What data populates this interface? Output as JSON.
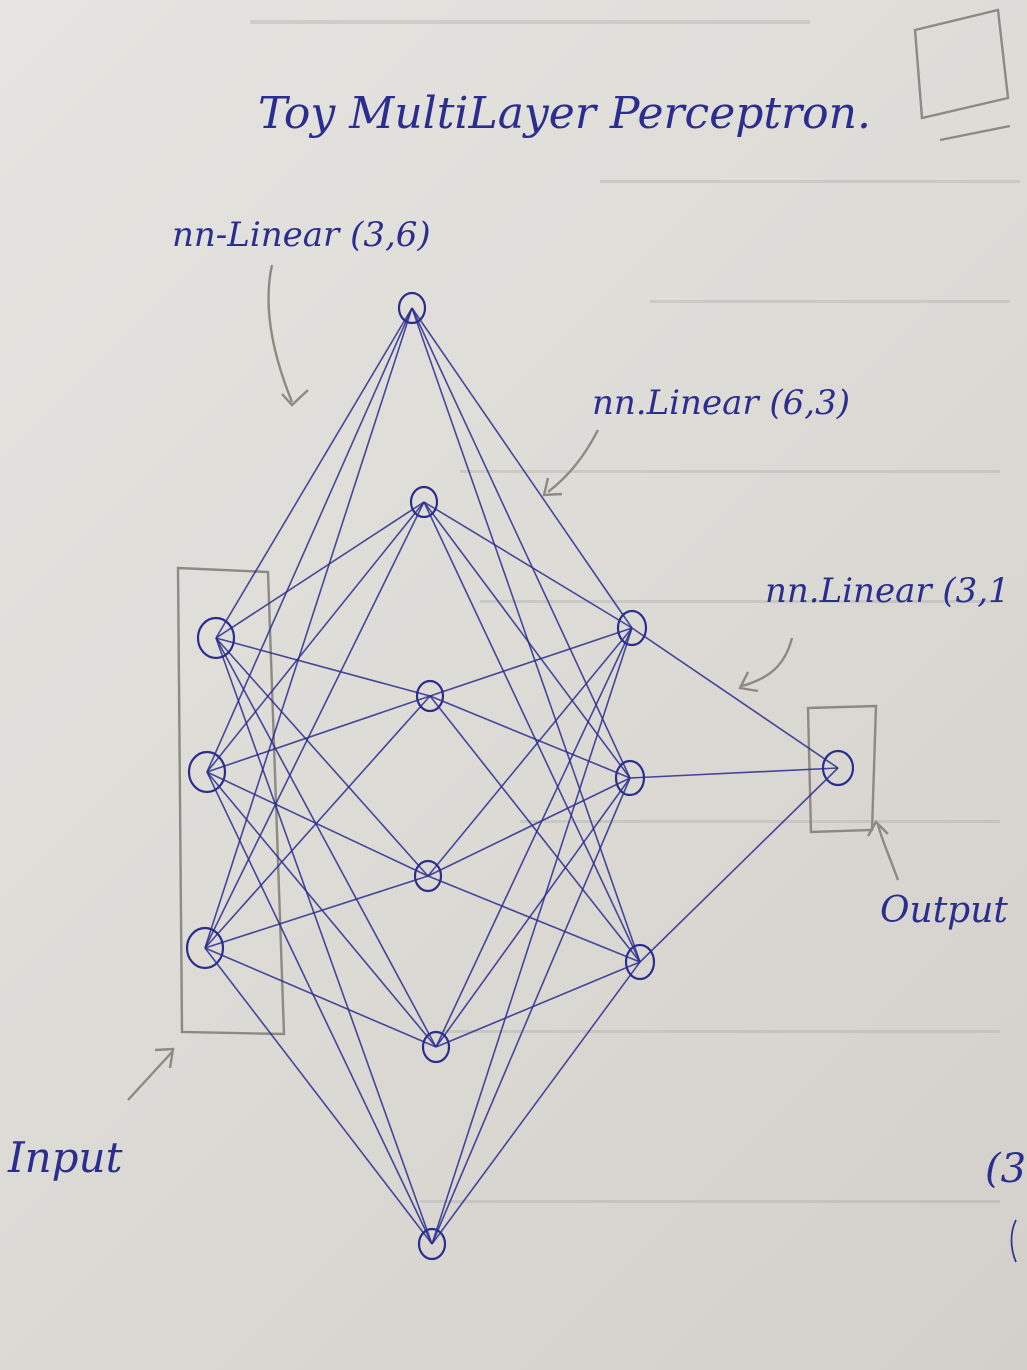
{
  "title": "Toy MultiLayer Perceptron.",
  "annotations": {
    "layer1": "nn-Linear (3,6)",
    "layer2": "nn.Linear (6,3)",
    "layer3": "nn.Linear (3,1",
    "input": "Input",
    "output": "Output",
    "edge_fragment": "(3"
  },
  "network": {
    "input_nodes": 3,
    "hidden1_nodes": 6,
    "hidden2_nodes": 3,
    "output_nodes": 1
  },
  "colors": {
    "ink": "#2b2d8f",
    "pencil": "#8c8a82",
    "paper": "#e3e1dd"
  }
}
